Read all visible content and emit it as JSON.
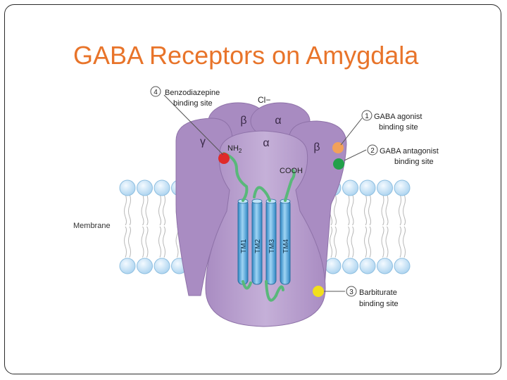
{
  "title": "GABA Receptors on Amygdala",
  "diagram": {
    "ion": "Cl−",
    "membrane_label": "Membrane",
    "subunits": {
      "top_left": "β",
      "top_right": "α",
      "left": "γ",
      "center": "α",
      "right": "β"
    },
    "terminals": {
      "amino": "NH",
      "amino_sub": "2",
      "carboxyl": "COOH"
    },
    "helices": [
      "TM1",
      "TM2",
      "TM3",
      "TM4"
    ],
    "sites": [
      {
        "number": "4",
        "line1": "Benzodiazepine",
        "line2": "binding site",
        "color": "#e02a2a"
      },
      {
        "number": "1",
        "line1": "GABA agonist",
        "line2": "binding site",
        "color": "#f2a15a"
      },
      {
        "number": "2",
        "line1": "GABA antagonist",
        "line2": "binding site",
        "color": "#22a04a"
      },
      {
        "number": "3",
        "line1": "Barbiturate",
        "line2": "binding site",
        "color": "#f2df1c"
      }
    ],
    "colors": {
      "protein": "#b49ac8",
      "protein_dark": "#9a7fb5",
      "helix": "#5fb0e0",
      "chain": "#59b87a",
      "lipid": "#c9e3f5"
    }
  }
}
